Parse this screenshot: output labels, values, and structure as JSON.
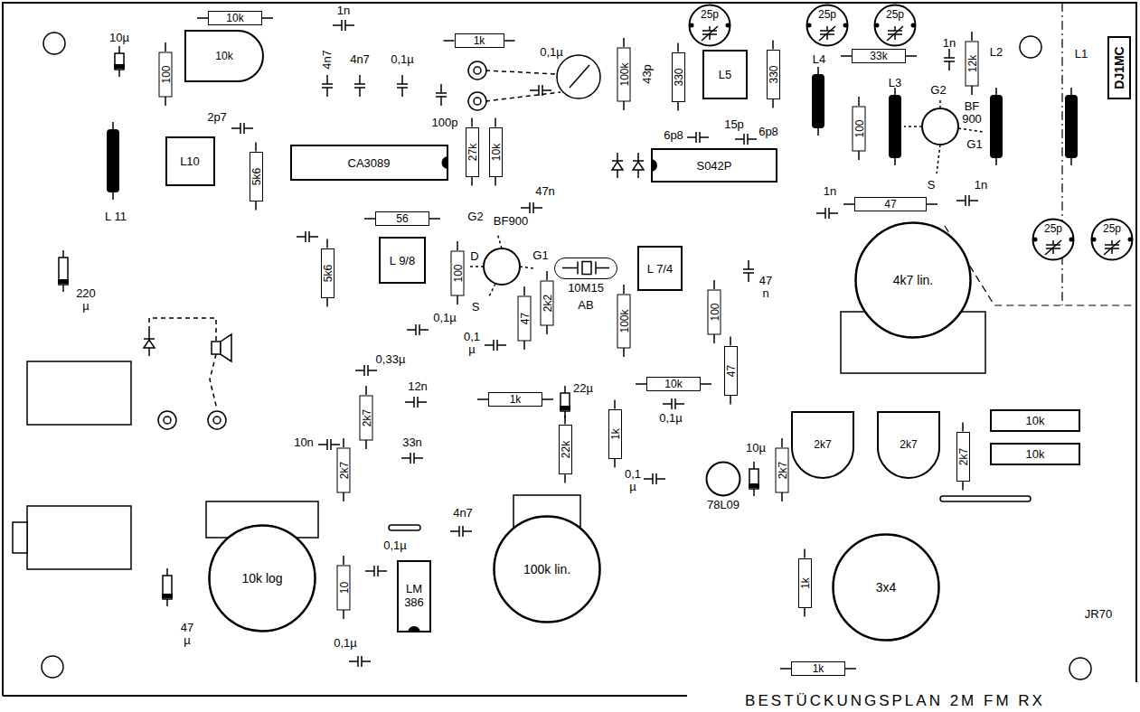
{
  "diagram": {
    "caption": "BESTÜCKUNGSPLAN 2M FM RX",
    "nodes": [
      {
        "text": [
          "10k"
        ]
      },
      {
        "text": [
          "10k"
        ]
      },
      {
        "text": [
          "100"
        ]
      },
      {
        "text": [
          "1k"
        ]
      },
      {
        "text": [
          "25p"
        ]
      },
      {
        "text": [
          "25p"
        ]
      },
      {
        "text": [
          "25p"
        ]
      },
      {
        "text": [
          "DJ1MC"
        ]
      },
      {
        "text": [
          "33k"
        ]
      },
      {
        "text": [
          "12k"
        ]
      },
      {
        "text": [
          "L5"
        ]
      },
      {
        "text": [
          "100k"
        ]
      },
      {
        "text": [
          "330"
        ]
      },
      {
        "text": [
          "330"
        ]
      },
      {
        "text": [
          "L10"
        ]
      },
      {
        "text": [
          "CA3089"
        ]
      },
      {
        "text": [
          "5k6"
        ]
      },
      {
        "text": [
          "27k"
        ]
      },
      {
        "text": [
          "10k"
        ]
      },
      {
        "text": [
          "S042P"
        ]
      },
      {
        "text": [
          "100"
        ]
      },
      {
        "text": [
          "47"
        ]
      },
      {
        "text": [
          "56"
        ]
      },
      {
        "text": [
          "L 9/8"
        ]
      },
      {
        "text": [
          "5k6"
        ]
      },
      {
        "text": [
          "100"
        ]
      },
      {
        "text": [
          "10M15"
        ]
      },
      {
        "text": [
          "L 7/4"
        ]
      },
      {
        "text": [
          "47"
        ]
      },
      {
        "text": [
          "2k2"
        ]
      },
      {
        "text": [
          "100k"
        ]
      },
      {
        "text": [
          "100"
        ]
      },
      {
        "text": [
          "4k7 lin."
        ]
      },
      {
        "text": [
          "25p"
        ]
      },
      {
        "text": [
          "25p"
        ]
      },
      {
        "text": [
          "1k"
        ]
      },
      {
        "text": [
          "10k"
        ]
      },
      {
        "text": [
          "47"
        ]
      },
      {
        "text": [
          "22k"
        ]
      },
      {
        "text": [
          "1k"
        ]
      },
      {
        "text": [
          "78L09"
        ]
      },
      {
        "text": [
          "2k7"
        ]
      },
      {
        "text": [
          "2k7"
        ]
      },
      {
        "text": [
          "2k7"
        ]
      },
      {
        "text": [
          "2k7"
        ]
      },
      {
        "text": [
          "10k"
        ]
      },
      {
        "text": [
          "10k"
        ]
      },
      {
        "text": [
          "2k7"
        ]
      },
      {
        "text": [
          "2k7"
        ]
      },
      {
        "text": [
          "10k log"
        ]
      },
      {
        "text": [
          "10"
        ]
      },
      {
        "text": [
          "LM 386"
        ]
      },
      {
        "text": [
          "100k lin."
        ]
      },
      {
        "text": [
          "1k"
        ]
      },
      {
        "text": [
          "3x4"
        ]
      },
      {
        "text": [
          "1k"
        ]
      }
    ],
    "labels": [
      "10µ",
      "1n",
      "4n7",
      "4n7",
      "0,1µ",
      "0,1µ",
      "100p",
      "2p7",
      "L 11",
      "47n",
      "G2",
      "BF900",
      "D",
      "G1",
      "S",
      "AB",
      "0,1µ",
      "0,1 µ",
      "43p",
      "6p8",
      "15p",
      "6p8",
      "L4",
      "L3",
      "1n",
      "L2",
      "L1",
      "G2",
      "BF",
      "900",
      "G1",
      "1n",
      "S",
      "1n",
      "47 n",
      "220 µ",
      "0,33µ",
      "12n",
      "10n",
      "33n",
      "22µ",
      "0,1µ",
      "0,1 µ",
      "10µ",
      "4n7",
      "0,1µ",
      "47 µ",
      "0,1µ",
      "JR70"
    ]
  }
}
